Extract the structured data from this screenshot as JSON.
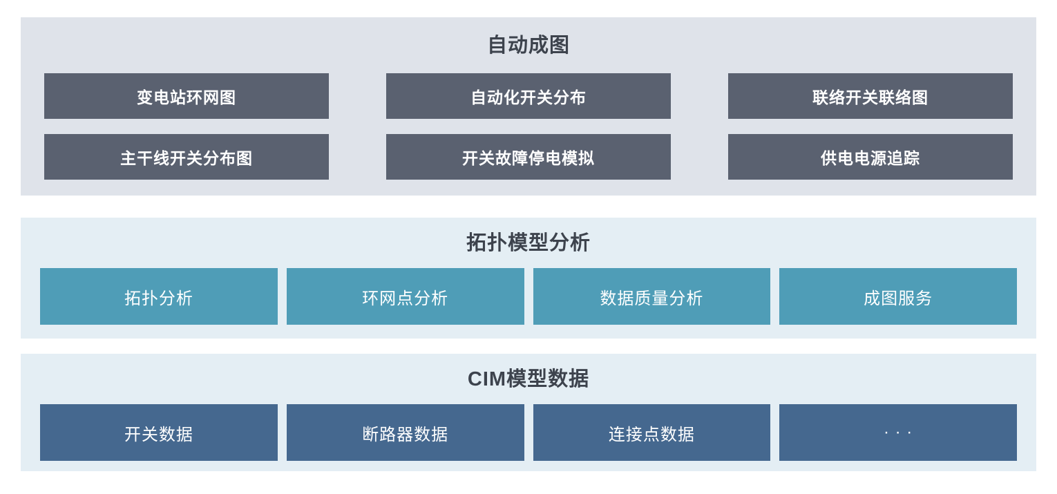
{
  "sections": [
    {
      "title": "自动成图",
      "panel_color": "#dfe3ea",
      "box_color": "#5a6170",
      "text_color": "#ffffff",
      "items": [
        "变电站环网图",
        "自动化开关分布",
        "联络开关联络图",
        "主干线开关分布图",
        "开关故障停电模拟",
        "供电电源追踪"
      ]
    },
    {
      "title": "拓扑模型分析",
      "panel_color": "#e4eef4",
      "box_color": "#4f9db7",
      "text_color": "#ffffff",
      "items": [
        "拓扑分析",
        "环网点分析",
        "数据质量分析",
        "成图服务"
      ]
    },
    {
      "title": "CIM模型数据",
      "panel_color": "#e4eef4",
      "box_color": "#45688f",
      "text_color": "#ffffff",
      "items": [
        "开关数据",
        "断路器数据",
        "连接点数据",
        "· · ·"
      ]
    }
  ],
  "title_color": "#3d434d"
}
